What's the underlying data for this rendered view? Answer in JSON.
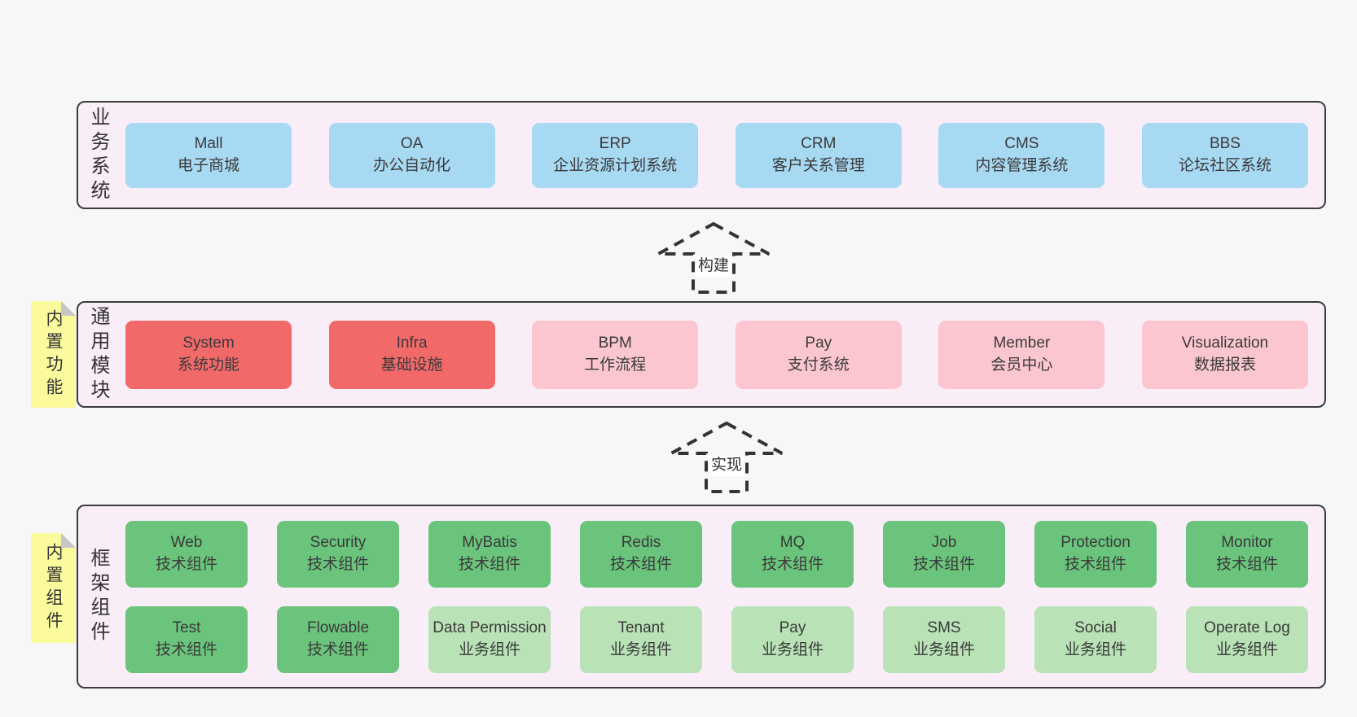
{
  "palette": {
    "page_bg": "#f7f7f7",
    "panel_bg": "#f9edf7",
    "panel_border": "#3c3c3c",
    "blue_box": "#a8d9f3",
    "red_box": "#f2696a",
    "pink_box": "#fbc6cf",
    "green_box": "#6ac47c",
    "light_green_box": "#b9e2b6",
    "sticky_note": "#fbfb9e",
    "note_fold": "#c6c6c6",
    "text": "#3a3a3a"
  },
  "connectors": [
    {
      "label": "构建"
    },
    {
      "label": "实现"
    }
  ],
  "layers": [
    {
      "name": "business-systems",
      "side_label": "业务系统",
      "boxes": [
        {
          "title": "Mall",
          "subtitle": "电子商城",
          "variant": "blue"
        },
        {
          "title": "OA",
          "subtitle": "办公自动化",
          "variant": "blue"
        },
        {
          "title": "ERP",
          "subtitle": "企业资源计划系统",
          "variant": "blue"
        },
        {
          "title": "CRM",
          "subtitle": "客户关系管理",
          "variant": "blue"
        },
        {
          "title": "CMS",
          "subtitle": "内容管理系统",
          "variant": "blue"
        },
        {
          "title": "BBS",
          "subtitle": "论坛社区系统",
          "variant": "blue"
        }
      ]
    },
    {
      "name": "common-modules",
      "side_label": "通用模块",
      "sticky_note": "内置功能",
      "boxes": [
        {
          "title": "System",
          "subtitle": "系统功能",
          "variant": "red"
        },
        {
          "title": "Infra",
          "subtitle": "基础设施",
          "variant": "red"
        },
        {
          "title": "BPM",
          "subtitle": "工作流程",
          "variant": "pink"
        },
        {
          "title": "Pay",
          "subtitle": "支付系统",
          "variant": "pink"
        },
        {
          "title": "Member",
          "subtitle": "会员中心",
          "variant": "pink"
        },
        {
          "title": "Visualization",
          "subtitle": "数据报表",
          "variant": "pink"
        }
      ]
    },
    {
      "name": "framework-components",
      "side_label": "框架组件",
      "sticky_note": "内置组件",
      "rows": [
        [
          {
            "title": "Web",
            "subtitle": "技术组件",
            "variant": "green"
          },
          {
            "title": "Security",
            "subtitle": "技术组件",
            "variant": "green"
          },
          {
            "title": "MyBatis",
            "subtitle": "技术组件",
            "variant": "green"
          },
          {
            "title": "Redis",
            "subtitle": "技术组件",
            "variant": "green"
          },
          {
            "title": "MQ",
            "subtitle": "技术组件",
            "variant": "green"
          },
          {
            "title": "Job",
            "subtitle": "技术组件",
            "variant": "green"
          },
          {
            "title": "Protection",
            "subtitle": "技术组件",
            "variant": "green"
          },
          {
            "title": "Monitor",
            "subtitle": "技术组件",
            "variant": "green"
          }
        ],
        [
          {
            "title": "Test",
            "subtitle": "技术组件",
            "variant": "green"
          },
          {
            "title": "Flowable",
            "subtitle": "技术组件",
            "variant": "green"
          },
          {
            "title": "Data Permission",
            "subtitle": "业务组件",
            "variant": "lightgreen"
          },
          {
            "title": "Tenant",
            "subtitle": "业务组件",
            "variant": "lightgreen"
          },
          {
            "title": "Pay",
            "subtitle": "业务组件",
            "variant": "lightgreen"
          },
          {
            "title": "SMS",
            "subtitle": "业务组件",
            "variant": "lightgreen"
          },
          {
            "title": "Social",
            "subtitle": "业务组件",
            "variant": "lightgreen"
          },
          {
            "title": "Operate Log",
            "subtitle": "业务组件",
            "variant": "lightgreen"
          }
        ]
      ]
    }
  ]
}
